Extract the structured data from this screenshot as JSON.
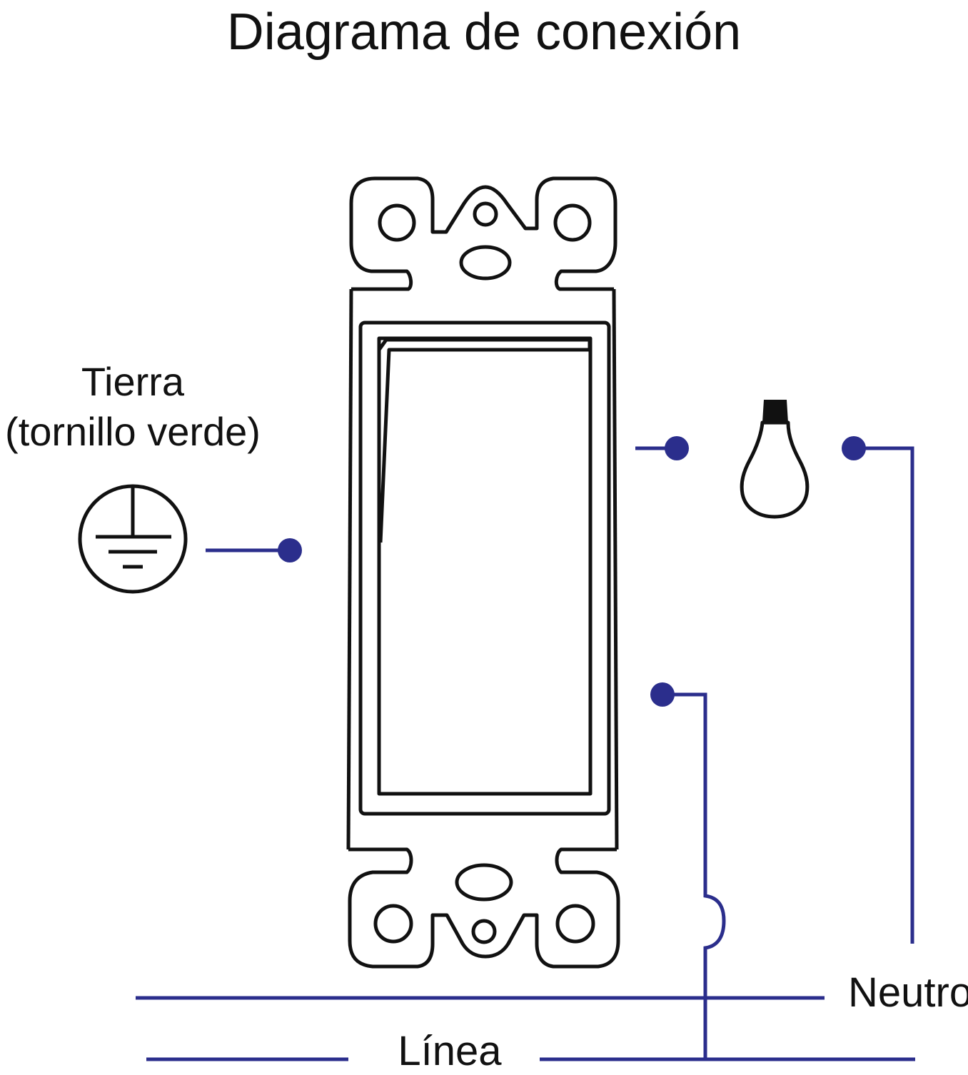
{
  "title": "Diagrama de conexión",
  "labels": {
    "ground_line1": "Tierra",
    "ground_line2": "(tornillo verde)",
    "neutral": "Neutro",
    "line": "Línea"
  },
  "colors": {
    "wire": "#2b2e8c",
    "outline": "#111111"
  },
  "icons": [
    "ground-symbol-icon",
    "light-bulb-icon",
    "switch-device-icon"
  ]
}
